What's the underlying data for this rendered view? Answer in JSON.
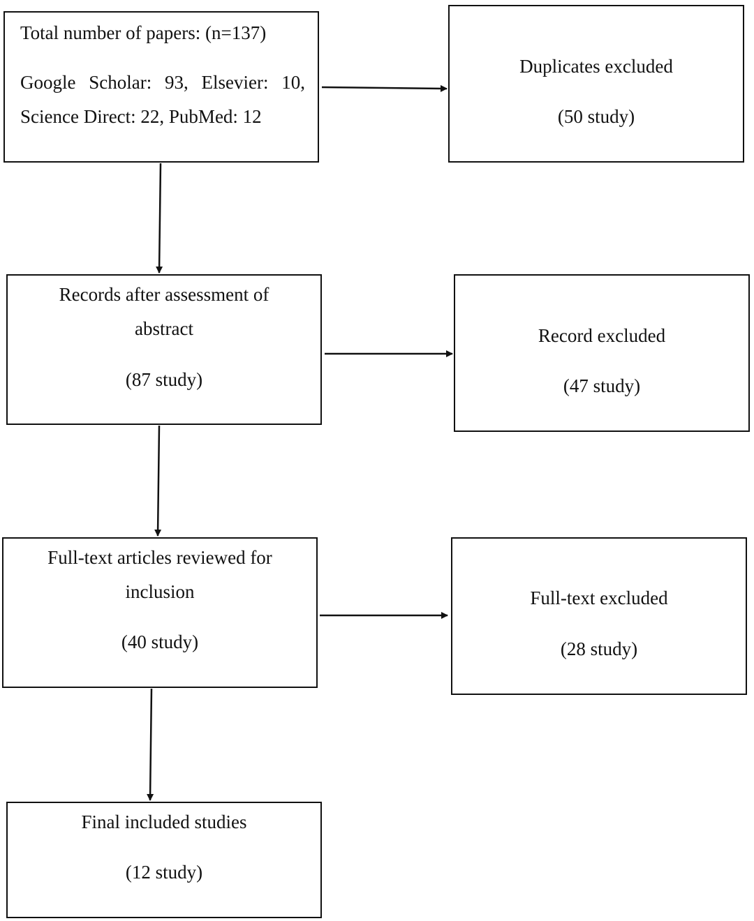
{
  "boxes": {
    "total": {
      "line1": "Total number of papers: (n=137)",
      "sources_row1": [
        "Google",
        "Scholar:",
        "93,",
        "Elsevier:",
        "10,"
      ],
      "sources_row2": "Science Direct: 22, PubMed: 12"
    },
    "duplicates": {
      "title": "Duplicates excluded",
      "count": "(50 study)"
    },
    "records_after": {
      "line1": "Records after assessment of",
      "line2": "abstract",
      "count": "(87 study)"
    },
    "record_excluded": {
      "title": "Record excluded",
      "count": "(47 study)"
    },
    "fulltext_reviewed": {
      "line1": "Full-text articles reviewed for",
      "line2": "inclusion",
      "count": "(40 study)"
    },
    "fulltext_excluded": {
      "title": "Full-text excluded",
      "count": "(28 study)"
    },
    "final": {
      "title": "Final included studies",
      "count": "(12 study)"
    }
  }
}
